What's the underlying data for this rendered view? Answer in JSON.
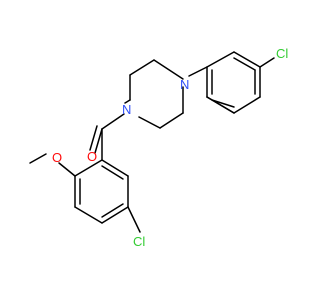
{
  "molecule": {
    "atoms": {
      "cl_top": {
        "label": "Cl",
        "color": "#33cc33"
      },
      "n_right": {
        "label": "N",
        "color": "#3050f8"
      },
      "n_left": {
        "label": "N",
        "color": "#3050f8"
      },
      "o_carbonyl": {
        "label": "O",
        "color": "#ff0d0d"
      },
      "o_ether": {
        "label": "O",
        "color": "#ff0d0d"
      },
      "cl_bottom": {
        "label": "Cl",
        "color": "#33cc33"
      }
    },
    "bond_color": "#000000"
  }
}
